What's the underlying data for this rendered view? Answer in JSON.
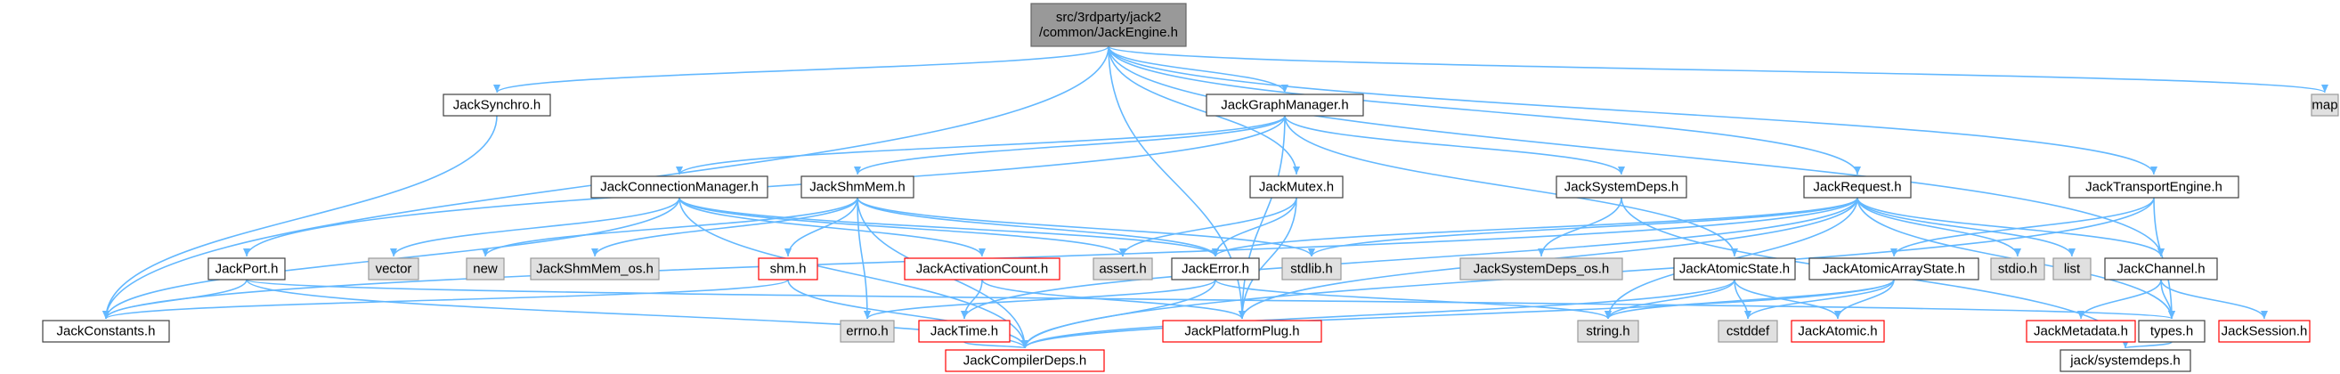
{
  "nodes": [
    {
      "id": "root",
      "style": "root",
      "lines": [
        "src/3rdparty/jack2",
        "/common/JackEngine.h"
      ]
    },
    {
      "id": "jacksynchro",
      "style": "white",
      "lines": [
        "JackSynchro.h"
      ]
    },
    {
      "id": "jackgraphmanager",
      "style": "white",
      "lines": [
        "JackGraphManager.h"
      ]
    },
    {
      "id": "map",
      "style": "gray",
      "lines": [
        "map"
      ]
    },
    {
      "id": "jackconnectionmanager",
      "style": "white",
      "lines": [
        "JackConnectionManager.h"
      ]
    },
    {
      "id": "jackshmmem",
      "style": "white",
      "lines": [
        "JackShmMem.h"
      ]
    },
    {
      "id": "jackmutex",
      "style": "white",
      "lines": [
        "JackMutex.h"
      ]
    },
    {
      "id": "jacksystemdeps",
      "style": "white",
      "lines": [
        "JackSystemDeps.h"
      ]
    },
    {
      "id": "jackrequest",
      "style": "white",
      "lines": [
        "JackRequest.h"
      ]
    },
    {
      "id": "jacktransportengine",
      "style": "white",
      "lines": [
        "JackTransportEngine.h"
      ]
    },
    {
      "id": "vector",
      "style": "gray",
      "lines": [
        "vector"
      ]
    },
    {
      "id": "new",
      "style": "gray",
      "lines": [
        "new"
      ]
    },
    {
      "id": "jackshmmem_os",
      "style": "gray",
      "lines": [
        "JackShmMem_os.h"
      ]
    },
    {
      "id": "shm",
      "style": "red",
      "lines": [
        "shm.h"
      ]
    },
    {
      "id": "jackactivationcount",
      "style": "red",
      "lines": [
        "JackActivationCount.h"
      ]
    },
    {
      "id": "assert",
      "style": "gray",
      "lines": [
        "assert.h"
      ]
    },
    {
      "id": "jackerror",
      "style": "white",
      "lines": [
        "JackError.h"
      ]
    },
    {
      "id": "stdlib",
      "style": "gray",
      "lines": [
        "stdlib.h"
      ]
    },
    {
      "id": "jacksystemdeps_os",
      "style": "gray",
      "lines": [
        "JackSystemDeps_os.h"
      ]
    },
    {
      "id": "jackatomicstate",
      "style": "white",
      "lines": [
        "JackAtomicState.h"
      ]
    },
    {
      "id": "jackatomicarraystate",
      "style": "white",
      "lines": [
        "JackAtomicArrayState.h"
      ]
    },
    {
      "id": "stdio",
      "style": "gray",
      "lines": [
        "stdio.h"
      ]
    },
    {
      "id": "list",
      "style": "gray",
      "lines": [
        "list"
      ]
    },
    {
      "id": "jackchannel",
      "style": "white",
      "lines": [
        "JackChannel.h"
      ]
    },
    {
      "id": "jackport",
      "style": "white",
      "lines": [
        "JackPort.h"
      ]
    },
    {
      "id": "jackconstants",
      "style": "white",
      "lines": [
        "JackConstants.h"
      ]
    },
    {
      "id": "errno",
      "style": "gray",
      "lines": [
        "errno.h"
      ]
    },
    {
      "id": "jacktime",
      "style": "red",
      "lines": [
        "JackTime.h"
      ]
    },
    {
      "id": "jackplatformplug",
      "style": "red",
      "lines": [
        "JackPlatformPlug.h"
      ]
    },
    {
      "id": "string",
      "style": "gray",
      "lines": [
        "string.h"
      ]
    },
    {
      "id": "cstddef",
      "style": "gray",
      "lines": [
        "cstddef"
      ]
    },
    {
      "id": "jackatomic",
      "style": "red",
      "lines": [
        "JackAtomic.h"
      ]
    },
    {
      "id": "types",
      "style": "white",
      "lines": [
        "types.h"
      ]
    },
    {
      "id": "jackmetadata",
      "style": "red",
      "lines": [
        "JackMetadata.h"
      ]
    },
    {
      "id": "jacksession",
      "style": "red",
      "lines": [
        "JackSession.h"
      ]
    },
    {
      "id": "jackcompilerdeps",
      "style": "red",
      "lines": [
        "JackCompilerDeps.h"
      ]
    },
    {
      "id": "jacksystemdeps_h",
      "style": "white",
      "lines": [
        "jack/systemdeps.h"
      ]
    }
  ],
  "edges": [
    [
      "root",
      "jackconstants"
    ],
    [
      "root",
      "jacksynchro"
    ],
    [
      "root",
      "jackgraphmanager"
    ],
    [
      "root",
      "map"
    ],
    [
      "root",
      "jackmutex"
    ],
    [
      "root",
      "jackrequest"
    ],
    [
      "root",
      "jacktransportengine"
    ],
    [
      "root",
      "jackchannel"
    ],
    [
      "root",
      "jackplatformplug"
    ],
    [
      "jacksynchro",
      "jackconstants"
    ],
    [
      "jackgraphmanager",
      "jackconnectionmanager"
    ],
    [
      "jackgraphmanager",
      "jackshmmem"
    ],
    [
      "jackgraphmanager",
      "jacksystemdeps"
    ],
    [
      "jackgraphmanager",
      "jackport"
    ],
    [
      "jackgraphmanager",
      "jackatomicstate"
    ],
    [
      "jackgraphmanager",
      "jackplatformplug"
    ],
    [
      "jackconnectionmanager",
      "jackconstants"
    ],
    [
      "jackconnectionmanager",
      "jackactivationcount"
    ],
    [
      "jackconnectionmanager",
      "assert"
    ],
    [
      "jackconnectionmanager",
      "jackerror"
    ],
    [
      "jackconnectionmanager",
      "jackcompilerdeps"
    ],
    [
      "jackconnectionmanager",
      "vector"
    ],
    [
      "jackshmmem",
      "new"
    ],
    [
      "jackshmmem",
      "jackshmmem_os"
    ],
    [
      "jackshmmem",
      "shm"
    ],
    [
      "jackshmmem",
      "jackerror"
    ],
    [
      "jackshmmem",
      "errno"
    ],
    [
      "jackshmmem",
      "jackcompilerdeps"
    ],
    [
      "jackshmmem",
      "stdlib"
    ],
    [
      "jackmutex",
      "assert"
    ],
    [
      "jackmutex",
      "jackerror"
    ],
    [
      "jackmutex",
      "jackplatformplug"
    ],
    [
      "jacksystemdeps",
      "jacksystemdeps_os"
    ],
    [
      "jacksystemdeps",
      "jacksystemdeps_h"
    ],
    [
      "jackrequest",
      "jackconstants"
    ],
    [
      "jackrequest",
      "jackerror"
    ],
    [
      "jackrequest",
      "stdlib"
    ],
    [
      "jackrequest",
      "jackplatformplug"
    ],
    [
      "jackrequest",
      "string"
    ],
    [
      "jackrequest",
      "types"
    ],
    [
      "jackrequest",
      "stdio"
    ],
    [
      "jackrequest",
      "list"
    ],
    [
      "jackrequest",
      "jacktime"
    ],
    [
      "jackrequest",
      "jackchannel"
    ],
    [
      "jacktransportengine",
      "jackatomicarraystate"
    ],
    [
      "jacktransportengine",
      "jackcompilerdeps"
    ],
    [
      "jacktransportengine",
      "types"
    ],
    [
      "jackport",
      "jackconstants"
    ],
    [
      "jackport",
      "jackcompilerdeps"
    ],
    [
      "jackport",
      "types"
    ],
    [
      "shm",
      "jackconstants"
    ],
    [
      "shm",
      "jackcompilerdeps"
    ],
    [
      "jackactivationcount",
      "jacktime"
    ],
    [
      "jackactivationcount",
      "jackplatformplug"
    ],
    [
      "jackerror",
      "errno"
    ],
    [
      "jackerror",
      "jackcompilerdeps"
    ],
    [
      "jackerror",
      "string"
    ],
    [
      "jackatomicstate",
      "jackatomic"
    ],
    [
      "jackatomicstate",
      "cstddef"
    ],
    [
      "jackatomicstate",
      "string"
    ],
    [
      "jackatomicstate",
      "jackcompilerdeps"
    ],
    [
      "jackatomicarraystate",
      "jackatomic"
    ],
    [
      "jackatomicarraystate",
      "cstddef"
    ],
    [
      "jackatomicarraystate",
      "string"
    ],
    [
      "jackatomicarraystate",
      "jackcompilerdeps"
    ],
    [
      "jackchannel",
      "types"
    ],
    [
      "jackchannel",
      "jackmetadata"
    ],
    [
      "jackchannel",
      "jacksession"
    ],
    [
      "jacktime",
      "jackcompilerdeps"
    ],
    [
      "types",
      "jacksystemdeps_h"
    ]
  ]
}
